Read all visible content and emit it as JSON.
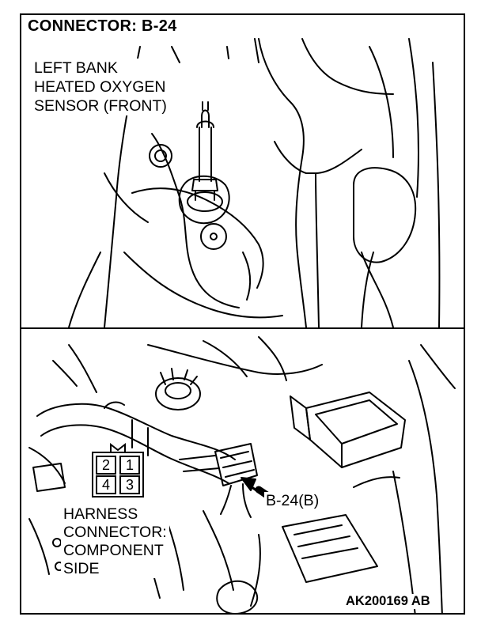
{
  "title": "CONNECTOR: B-24",
  "sensor_label": [
    "LEFT BANK",
    "HEATED OXYGEN",
    "SENSOR (FRONT)"
  ],
  "harness_label": [
    "HARNESS",
    "CONNECTOR:",
    "COMPONENT",
    "SIDE"
  ],
  "pins": {
    "p2": "2",
    "p1": "1",
    "p4": "4",
    "p3": "3"
  },
  "callout_label": "B-24(B)",
  "figure_code": "AK200169 AB"
}
